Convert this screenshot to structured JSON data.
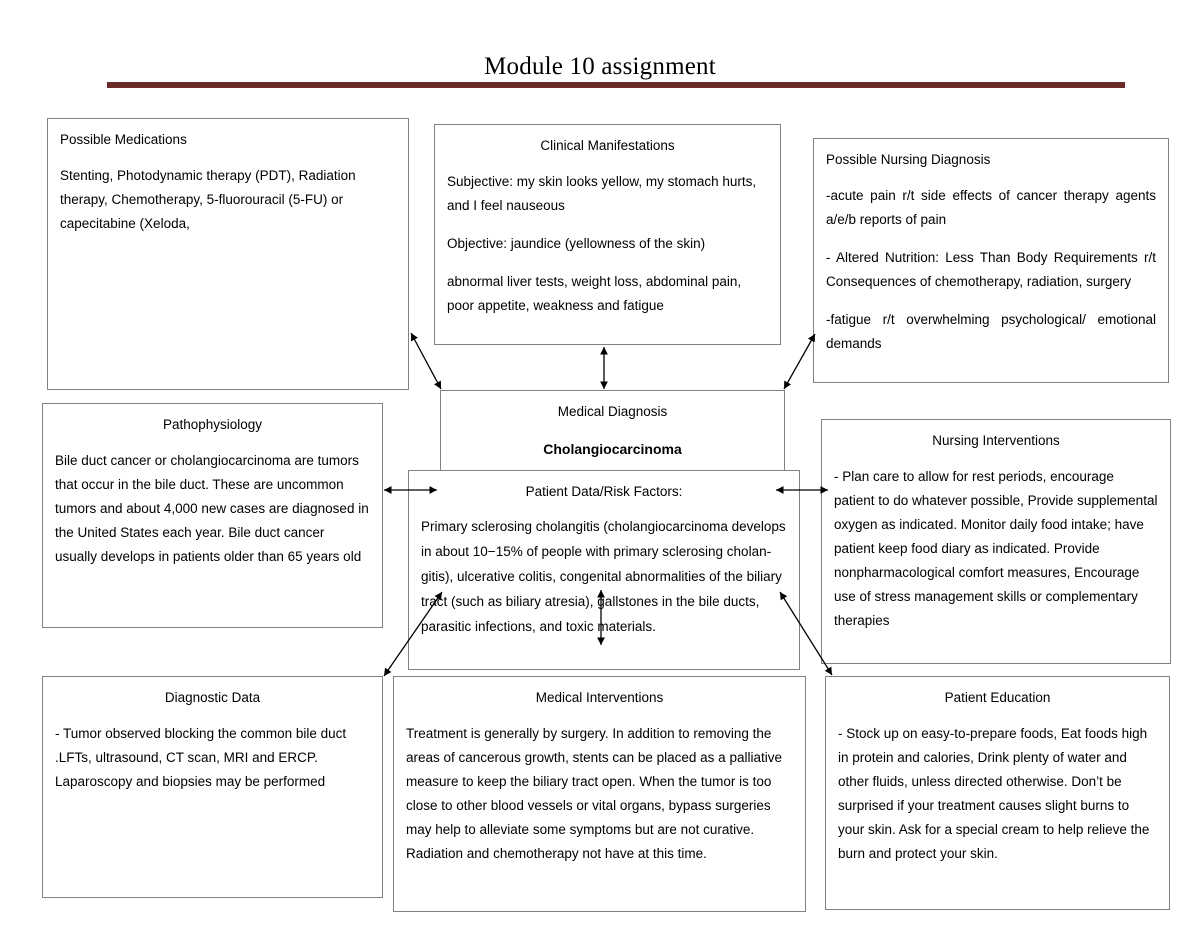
{
  "document": {
    "title": "Module 10 assignment",
    "rule_color": "#6b2b2b",
    "box_border_color": "#808080"
  },
  "nodes": {
    "medications": {
      "title": "Possible Medications",
      "body": "Stenting, Photodynamic therapy (PDT), Radiation therapy, Chemotherapy, 5-fluorouracil (5-FU) or capecitabine (Xeloda,"
    },
    "clinical_manifestations": {
      "title": "Clinical Manifestations",
      "subjective": "Subjective: my skin looks yellow, my stomach hurts, and I feel nauseous",
      "objective": "Objective: jaundice (yellowness of the skin)",
      "other": "abnormal liver tests, weight loss, abdominal pain, poor appetite, weakness and fatigue"
    },
    "nursing_diagnosis": {
      "title": "Possible Nursing Diagnosis",
      "item1": "-acute pain r/t side effects of cancer therapy agents a/e/b reports of pain",
      "item2": "-   Altered Nutrition: Less Than Body Requirements r/t Consequences of chemotherapy, radiation, surgery",
      "item3": "-fatigue r/t overwhelming psychological/ emotional demands"
    },
    "medical_diagnosis": {
      "title": "Medical Diagnosis",
      "diagnosis": "Cholangiocarcinoma"
    },
    "pathophysiology": {
      "title": "Pathophysiology",
      "body": "Bile duct cancer or cholangiocarcinoma are tumors that occur in the bile duct. These are uncommon tumors and about 4,000 new cases are diagnosed in the United States each year. Bile duct cancer usually develops in patients older than 65 years old"
    },
    "patient_data": {
      "title": "Patient Data/Risk Factors:",
      "body": "Primary sclerosing cholangitis (cholangiocarcinoma develops in about 10−15% of people with primary sclerosing cholan-gitis), ulcerative colitis, congenital abnormalities of the biliary tract (such as biliary atresia), gallstones in the bile ducts, parasitic infections, and toxic materials."
    },
    "nursing_interventions": {
      "title": "Nursing Interventions",
      "body": "- Plan care to allow for rest periods, encourage patient to do whatever possible, Provide supplemental oxygen as indicated. Monitor daily food intake; have patient keep food diary as indicated. Provide nonpharmacological comfort measures, Encourage use of stress management skills or complementary therapies"
    },
    "diagnostic_data": {
      "title": "Diagnostic Data",
      "body": "- Tumor observed blocking the common bile duct .LFTs, ultrasound, CT scan, MRI and ERCP. Laparoscopy and biopsies may be performed"
    },
    "medical_interventions": {
      "title": "Medical Interventions",
      "body": "Treatment is generally by surgery. In addition to removing the areas of cancerous growth, stents can be placed as a palliative measure to keep the biliary tract open. When the tumor is too close to other blood vessels or vital organs, bypass surgeries may help to alleviate some symptoms but are not curative. Radiation and chemotherapy not have at this time."
    },
    "patient_education": {
      "title": "Patient Education",
      "body": "-  Stock up on easy-to-prepare foods, Eat foods high in protein and calories, Drink plenty of water and other fluids, unless directed otherwise. Don’t be surprised if your treatment causes slight burns to your skin. Ask for a special cream to help relieve the burn and protect your skin."
    }
  },
  "connectors": [
    {
      "name": "medications-to-diagnosis",
      "from": "medications",
      "to": "medical_diagnosis",
      "style": "double-arrow-diagonal"
    },
    {
      "name": "clinical-to-diagnosis",
      "from": "clinical_manifestations",
      "to": "medical_diagnosis",
      "style": "double-arrow-vertical"
    },
    {
      "name": "diagnosis-to-nursing-diagnosis",
      "from": "medical_diagnosis",
      "to": "nursing_diagnosis",
      "style": "double-arrow-diagonal"
    },
    {
      "name": "pathophysiology-to-patient-data",
      "from": "pathophysiology",
      "to": "patient_data",
      "style": "double-arrow-horizontal"
    },
    {
      "name": "patient-data-to-nursing-interventions",
      "from": "patient_data",
      "to": "nursing_interventions",
      "style": "double-arrow-horizontal"
    },
    {
      "name": "patient-data-to-diagnostic-data",
      "from": "patient_data",
      "to": "diagnostic_data",
      "style": "double-arrow-diagonal"
    },
    {
      "name": "patient-data-to-medical-interventions",
      "from": "patient_data",
      "to": "medical_interventions",
      "style": "double-arrow-vertical"
    },
    {
      "name": "patient-data-to-patient-education",
      "from": "patient_data",
      "to": "patient_education",
      "style": "double-arrow-diagonal"
    }
  ]
}
